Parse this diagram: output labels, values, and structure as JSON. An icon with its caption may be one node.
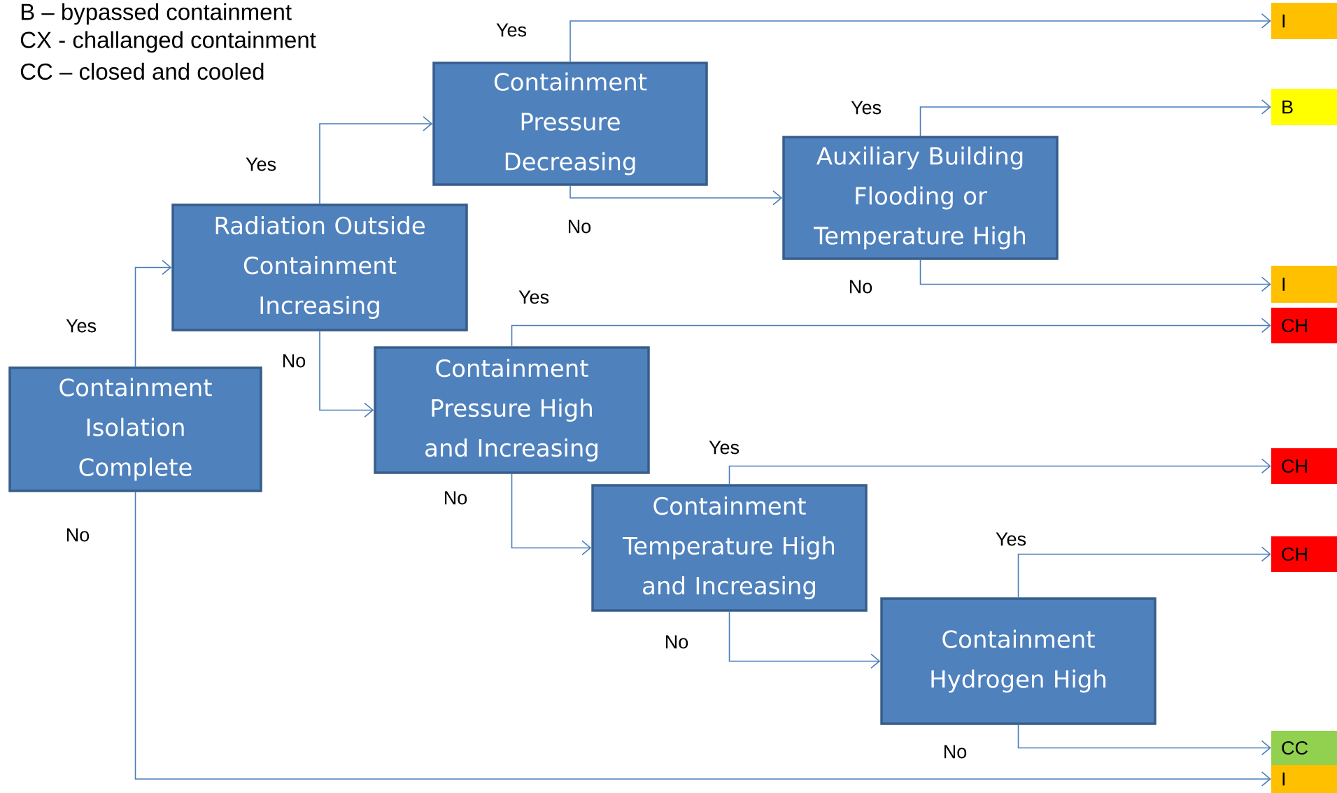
{
  "diagram": {
    "nodes": [
      {
        "text": [
          "Containment Isolation Complete"
        ]
      },
      {
        "text": [
          "Radiation Outside Containment Increasing"
        ]
      },
      {
        "text": [
          "Containment Pressure Decreasing"
        ]
      },
      {
        "text": [
          "Auxiliary Building Flooding or Temperature High"
        ]
      },
      {
        "text": [
          "Containment Pressure High and Increasing"
        ]
      },
      {
        "text": [
          "Containment Temperature High and Increasing"
        ]
      },
      {
        "text": [
          "Containment Hydrogen High"
        ]
      },
      {
        "text": [
          "I"
        ]
      },
      {
        "text": [
          "B"
        ]
      },
      {
        "text": [
          "I"
        ]
      },
      {
        "text": [
          "CH"
        ]
      },
      {
        "text": [
          "CH"
        ]
      },
      {
        "text": [
          "CH"
        ]
      },
      {
        "text": [
          "CC"
        ]
      },
      {
        "text": [
          "I"
        ]
      }
    ],
    "edges": [
      {
        "from": 0,
        "to": 1,
        "arrow": "to",
        "label": "Yes"
      },
      {
        "from": 0,
        "to": 14,
        "arrow": "to",
        "label": "No"
      },
      {
        "from": 1,
        "to": 2,
        "arrow": "to",
        "label": "Yes"
      },
      {
        "from": 1,
        "to": 4,
        "arrow": "to",
        "label": "No"
      },
      {
        "from": 2,
        "to": 7,
        "arrow": "to",
        "label": "Yes"
      },
      {
        "from": 2,
        "to": 3,
        "arrow": "to",
        "label": "No"
      },
      {
        "from": 3,
        "to": 8,
        "arrow": "to",
        "label": "Yes"
      },
      {
        "from": 3,
        "to": 9,
        "arrow": "to",
        "label": "No"
      },
      {
        "from": 4,
        "to": 10,
        "arrow": "to",
        "label": "Yes"
      },
      {
        "from": 4,
        "to": 5,
        "arrow": "to",
        "label": "No"
      },
      {
        "from": 5,
        "to": 11,
        "arrow": "to",
        "label": "Yes"
      },
      {
        "from": 5,
        "to": 6,
        "arrow": "to",
        "label": "No"
      },
      {
        "from": 6,
        "to": 12,
        "arrow": "to",
        "label": "Yes"
      },
      {
        "from": 6,
        "to": 13,
        "arrow": "to",
        "label": "No"
      }
    ],
    "labels": [
      "B – bypassed containment",
      "CX - challanged containment",
      "CC – closed and cooled"
    ]
  }
}
